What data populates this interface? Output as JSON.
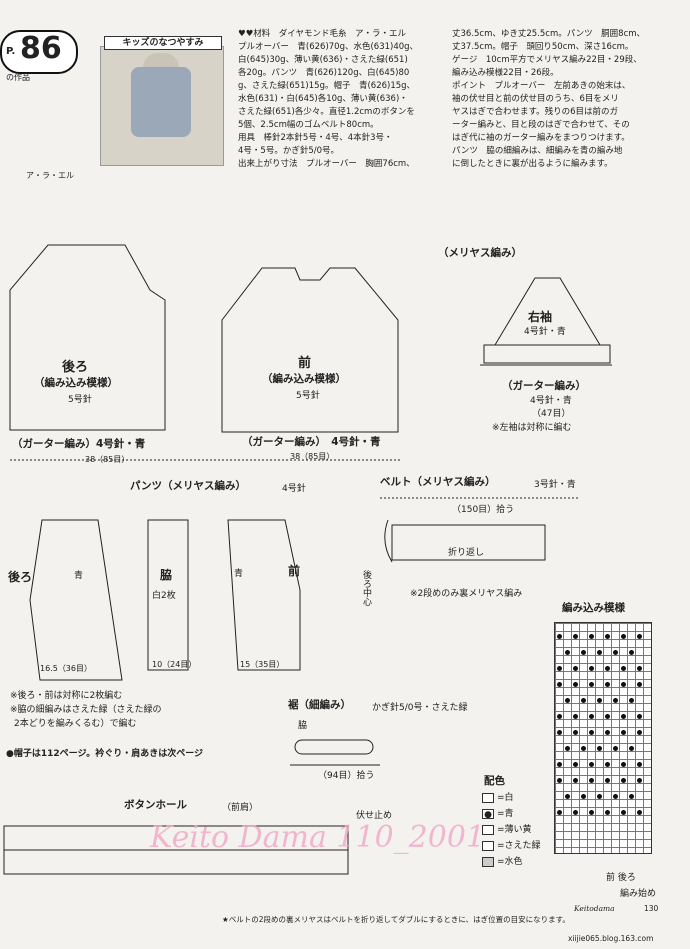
{
  "header": {
    "page_prefix": "P.",
    "page_number": "86",
    "sub_label": "の作品",
    "title_box": "キッズのなつやすみ",
    "brand": "ア・ラ・エル"
  },
  "materials": {
    "col1": "♥♥材料　ダイヤモンド毛糸　ア・ラ・エル\nプルオーバー　青(626)70g、水色(631)40g、\n白(645)30g、薄い黄(636)・さえた緑(651)\n各20g。パンツ　青(626)120g、白(645)80\ng、さえた緑(651)15g。帽子　青(626)15g、\n水色(631)・白(645)各10g、薄い黄(636)・\nさえた緑(651)各少々。直径1.2cmのボタンを\n5個、2.5cm幅のゴムベルト80cm。\n用具　棒針2本針5号・4号、4本針3号・\n4号・5号。かぎ針5/0号。\n出来上がり寸法　プルオーバー　胸囲76cm、",
    "col2": "丈36.5cm、ゆき丈25.5cm。パンツ　胴囲8cm、\n丈37.5cm。帽子　頭回り50cm、深さ16cm。\nゲージ　10cm平方でメリヤス編み22目・29段、\n編み込み模様22目・26段。\nポイント　プルオーバー　左前あきの始末は、\n袖の伏せ目と前の伏せ目のうち、6目をメリ\nヤスはぎで合わせます。残りの6目は前のガ\nーター編みと、目と段のはぎで合わせて、その\nはぎ代に袖のガーター編みをまつりつけます。\nパンツ　脇の細編みは、細編みを青の編み地\nに倒したときに裏が出るように編みます。"
  },
  "diagrams": {
    "back_title": "後ろ",
    "back_sub": "（編み込み模様）",
    "back_needle": "5号針",
    "front_title": "前",
    "front_sub": "（編み込み模様）",
    "front_needle": "5号針",
    "garter_back": "（ガーター編み）4号針・青",
    "garter_front": "（ガーター編み）　4号針・青",
    "sleeve_label": "（メリヤス編み）",
    "sleeve_title": "右袖",
    "sleeve_needle": "4号針・青",
    "sleeve_garter": "（ガーター編み）",
    "sleeve_garter_needle": "4号針・青",
    "sleeve_note": "※左袖は対称に編む",
    "width_38": "38（85目）",
    "width_38b": "38（85目）",
    "width_47": "（47目）"
  },
  "pants": {
    "heading": "パンツ（メリヤス編み）",
    "needle": "4号針",
    "back_label": "後ろ",
    "side_label": "脇",
    "side_sub": "白2枚",
    "front_label": "前",
    "color_blue": "青",
    "edge_label": "（細編み）",
    "hook_label": "かぎ針5/0号",
    "back_bottom": "16.5（36目）",
    "side_bottom": "10（24目）",
    "front_bottom": "15（35目）",
    "note1": "※後ろ・前は対称に2枚編む",
    "note2": "※脇の細編みはさえた緑（さえた緑の",
    "note3": "2本どりを編みくるむ）で編む"
  },
  "belt": {
    "heading": "ベルト（メリヤス編み）",
    "needle": "3号針・青",
    "width": "（150目）拾う",
    "fold": "折り返し",
    "back_center": "後ろ中心",
    "note": "※2段めのみ裏メリヤス編み"
  },
  "hem": {
    "heading": "裾（細編み）",
    "hook": "かぎ針5/0号・さえた緑",
    "side": "脇",
    "pick": "（94目）拾う"
  },
  "hat_note": "●帽子は112ページ。衿ぐり・肩あきは次ページ",
  "buttonhole": {
    "heading": "ボタンホール",
    "sub": "（前肩）",
    "bind_off": "伏せ止め"
  },
  "pattern": {
    "heading": "編み込み模様",
    "front_back": "前 後ろ",
    "start": "編み始め"
  },
  "legend": {
    "heading": "配色",
    "items": [
      "=白",
      "=青",
      "=薄い黄",
      "=さえた緑",
      "=水色"
    ]
  },
  "watermark": "Keito Dama 110_2001",
  "footer": {
    "note": "★ベルトの2段めの裏メリヤスはベルトを折り返してダブルにするときに、はぎ位置の目安になります。",
    "brand": "Keitodama",
    "page": "130",
    "url": "xiijie065.blog.163.com"
  },
  "colors": {
    "watermark": "#f0a8c8",
    "background": "#f4f2ef",
    "ink": "#222222"
  }
}
